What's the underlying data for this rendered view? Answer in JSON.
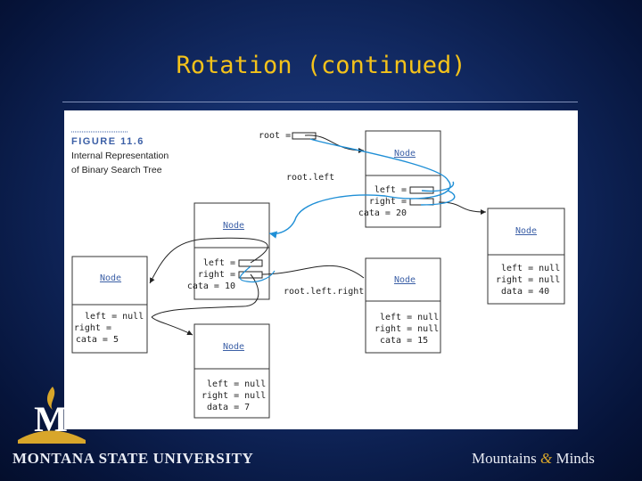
{
  "slide": {
    "title": "Rotation (continued)"
  },
  "figure": {
    "caption_label": "FIGURE 11.6",
    "caption_line1": "Internal Representation",
    "caption_line2": "of Binary Search Tree",
    "pointer_root": "root =",
    "pointer_root_left": "root.left",
    "pointer_root_left_right": "root.left.right",
    "node_title": "Node",
    "nodes": {
      "n20": {
        "left": "left =",
        "right": "right =",
        "data": "cata = 20"
      },
      "n10": {
        "left": "left =",
        "right": "right =",
        "data": "cata = 10"
      },
      "n5": {
        "left": "left = null",
        "right": "right =",
        "data": "cata = 5"
      },
      "n15": {
        "left": "left = null",
        "right": "right = null",
        "data": "cata = 15"
      },
      "n40": {
        "left": "left = null",
        "right": "right = null",
        "data": "data = 40"
      },
      "n7": {
        "left": "left = null",
        "right": "right = null",
        "data": "data = 7"
      }
    }
  },
  "footer": {
    "university": "MONTANA STATE UNIVERSITY",
    "tagline_a": "Mountains",
    "tagline_amp": "&",
    "tagline_b": "Minds"
  },
  "colors": {
    "title": "#f4c21a",
    "arrow": "#1f8fd6",
    "caption": "#3b5fa6",
    "logo_gold": "#d8a62a"
  },
  "logo_letter": "M"
}
